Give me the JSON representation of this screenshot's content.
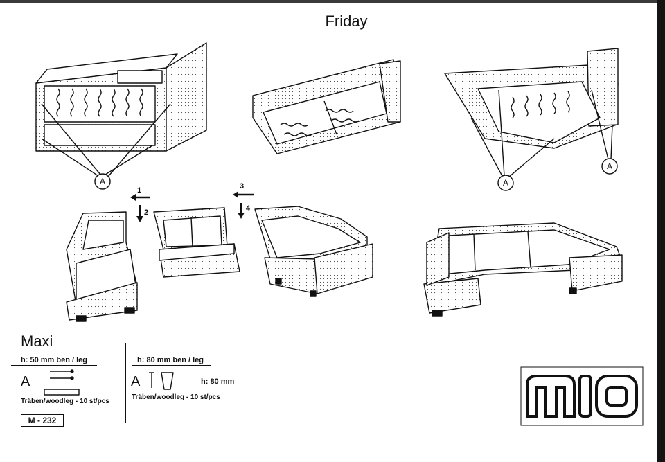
{
  "page": {
    "title": "Friday",
    "model": "Maxi",
    "code": "M - 232",
    "brand": "MIO",
    "part_marker": "A"
  },
  "steps": [
    "1",
    "2",
    "3",
    "4"
  ],
  "specs": [
    {
      "leg_label": "h: 50 mm ben / leg",
      "part": "A",
      "woodleg": "Träben/woodleg - 10 st/pcs"
    },
    {
      "leg_label": "h: 80 mm ben / leg",
      "part": "A",
      "woodleg": "Träben/woodleg - 10 st/pcs",
      "height": "h: 80 mm"
    }
  ],
  "icons": [
    "screw-icon",
    "leg-block-icon",
    "bolt-icon",
    "tapered-leg-icon",
    "arrow-left-icon",
    "arrow-down-icon"
  ],
  "colors": {
    "ink": "#111111",
    "paper": "#ffffff",
    "frame": "#141414"
  }
}
